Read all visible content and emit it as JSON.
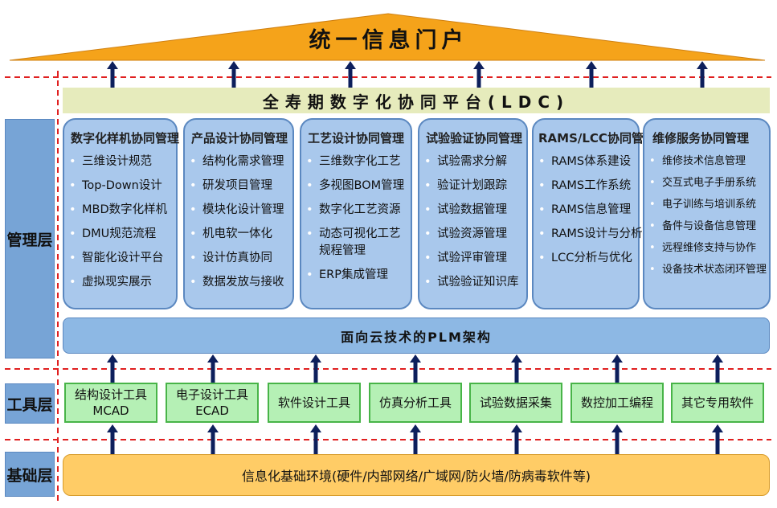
{
  "portal": {
    "title": "统一信息门户"
  },
  "ldc": {
    "title": "全寿期数字化协同平台(LDC)"
  },
  "layers": {
    "management": "管理层",
    "tools": "工具层",
    "foundation": "基础层"
  },
  "modules": [
    {
      "title": "数字化样机协同管理",
      "items": [
        "三维设计规范",
        "Top-Down设计",
        "MBD数字化样机",
        "DMU规范流程",
        "智能化设计平台",
        "虚拟现实展示"
      ]
    },
    {
      "title": "产品设计协同管理",
      "items": [
        "结构化需求管理",
        "研发项目管理",
        "模块化设计管理",
        "机电软一体化",
        "设计仿真协同",
        "数据发放与接收"
      ]
    },
    {
      "title": "工艺设计协同管理",
      "items": [
        "三维数字化工艺",
        "多视图BOM管理",
        "数字化工艺资源",
        "动态可视化工艺",
        "规程管理",
        "ERP集成管理"
      ]
    },
    {
      "title": "试验验证协同管理",
      "items": [
        "试验需求分解",
        "验证计划跟踪",
        "试验数据管理",
        "试验资源管理",
        "试验评审管理",
        "试验验证知识库"
      ]
    },
    {
      "title": "RAMS/LCC协同管理",
      "items": [
        "RAMS体系建设",
        "RAMS工作系统",
        "RAMS信息管理",
        "RAMS设计与分析",
        "LCC分析与优化"
      ]
    },
    {
      "title": "维修服务协同管理",
      "items": [
        "维修技术信息管理",
        "交互式电子手册系统",
        "电子训练与培训系统",
        "备件与设备信息管理",
        "远程维修支持与协作",
        "设备技术状态闭环管理"
      ]
    }
  ],
  "plm": {
    "title": "面向云技术的PLM架构"
  },
  "tools": [
    {
      "line1": "结构设计工具",
      "line2": "MCAD"
    },
    {
      "line1": "电子设计工具",
      "line2": "ECAD"
    },
    {
      "line1": "软件设计工具",
      "line2": ""
    },
    {
      "line1": "仿真分析工具",
      "line2": ""
    },
    {
      "line1": "试验数据采集",
      "line2": ""
    },
    {
      "line1": "数控加工编程",
      "line2": ""
    },
    {
      "line1": "其它专用软件",
      "line2": ""
    }
  ],
  "foundation": {
    "text": "信息化基础环境(硬件/内部网络/广域网/防火墙/防病毒软件等)"
  },
  "colors": {
    "portal_fill": "#f5a31a",
    "ldc_band": "#e6ebbc",
    "layer_label_fill": "#77a4d6",
    "module_fill": "#a9c8ec",
    "plm_fill": "#8db8e4",
    "tool_fill": "#b5f0b5",
    "foundation_fill": "#ffcc66",
    "arrow": "#0d1f5c",
    "divider": "#e02020"
  },
  "icons": {
    "arrows": "up-arrow-icon"
  }
}
